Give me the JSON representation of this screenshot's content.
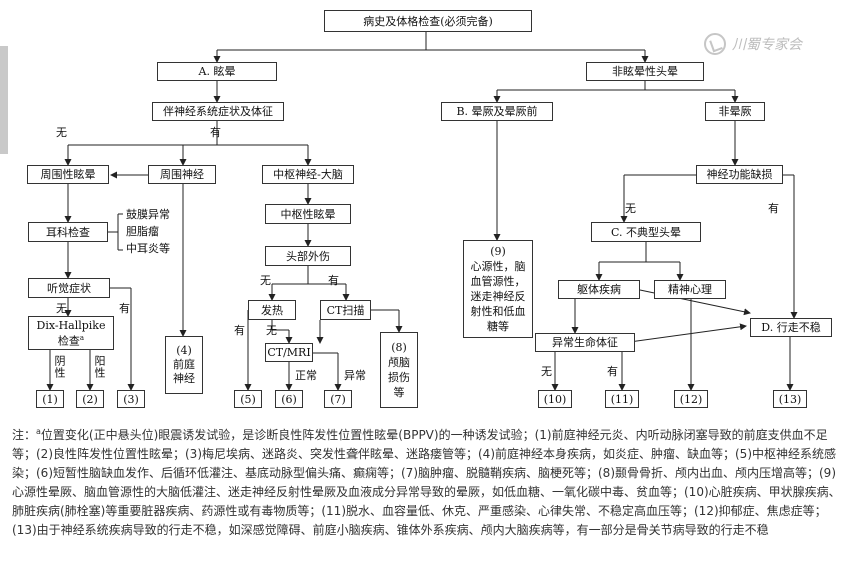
{
  "nodes": {
    "history": "病史及体格检查(必须完备)",
    "a_vertigo": "A. 眩晕",
    "non_vertigo_dizziness": "非眩晕性头晕",
    "neuro_symptoms": "伴神经系统症状及体征",
    "b_syncope": "B. 晕厥及晕厥前",
    "non_syncope": "非晕厥",
    "peripheral_vertigo": "周围性眩晕",
    "peripheral_nerve": "周围神经",
    "cns_brain": "中枢神经-大脑",
    "nerve_dysfunction": "神经功能缺损",
    "ent_exam": "耳科检查",
    "central_vertigo": "中枢性眩晕",
    "c_atypical": "C. 不典型头晕",
    "head_trauma": "头部外伤",
    "hearing_symptoms": "听觉症状",
    "somatic_disease": "躯体疾病",
    "psych": "精神心理",
    "dix_hallpike_line1": "Dix-Hallpike",
    "dix_hallpike_line2": "检查",
    "dix_hallpike_sup": "a",
    "fever": "发热",
    "ct_scan": "CT扫描",
    "ct_mri": "CT/MRI",
    "d_gait": "D. 行走不稳",
    "vital_signs": "异常生命体征",
    "cardio_9_label": "(9)",
    "cardio_9_text": "心源性，脑血管源性，迷走神经反射性和低血糖等",
    "vestibular_4_label": "(4)",
    "vestibular_4_text": "前庭神经",
    "trauma_8_label": "(8)",
    "trauma_8_text": "颅脑损伤等",
    "ear_findings": [
      "鼓膜异常",
      "胆脂瘤",
      "中耳炎等"
    ]
  },
  "outcomes": [
    "(1)",
    "(2)",
    "(3)",
    "(5)",
    "(6)",
    "(7)",
    "(10)",
    "(11)",
    "(12)",
    "(13)"
  ],
  "branch_labels": {
    "no": "无",
    "yes": "有",
    "negative": "阴性",
    "positive": "阳性",
    "normal": "正常",
    "abnormal": "异常"
  },
  "watermark_text": "川蜀专家会",
  "footnote": {
    "prefix": "注：",
    "superscript": "a",
    "text": "位置变化(正中悬头位)眼震诱发试验，是诊断良性阵发性位置性眩晕(BPPV)的一种诱发试验；(1)前庭神经元炎、内听动脉闭塞导致的前庭支供血不足等；(2)良性阵发性位置性眩晕；(3)梅尼埃病、迷路炎、突发性聋伴眩晕、迷路瘘管等；(4)前庭神经本身疾病，如炎症、肿瘤、缺血等；(5)中枢神经系统感染；(6)短暂性脑缺血发作、后循环低灌注、基底动脉型偏头痛、癫痫等；(7)脑肿瘤、脱髓鞘疾病、脑梗死等；(8)颞骨骨折、颅内出血、颅内压增高等；(9)心源性晕厥、脑血管源性的大脑低灌注、迷走神经反射性晕厥及血液成分异常导致的晕厥，如低血糖、一氧化碳中毒、贫血等；(10)心脏疾病、甲状腺疾病、肺脏疾病(肺栓塞)等重要脏器疾病、药源性或有毒物质等；(11)脱水、血容量低、休克、严重感染、心律失常、不稳定高血压等；(12)抑郁症、焦虑症等；(13)由于神经系统疾病导致的行走不稳，如深感觉障碍、前庭小脑疾病、锥体外系疾病、颅内大脑疾病等，有一部分是骨关节病导致的行走不稳"
  }
}
